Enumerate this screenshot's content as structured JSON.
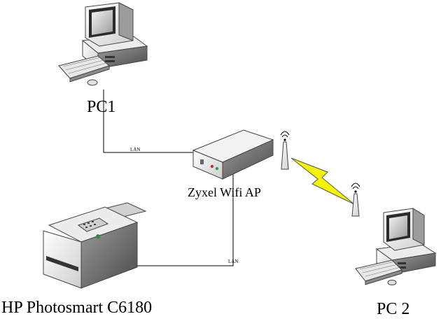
{
  "nodes": {
    "pc1": {
      "label": "PC1",
      "icon": "desktop-computer-icon"
    },
    "pc2": {
      "label": "PC 2",
      "icon": "desktop-computer-icon"
    },
    "access_point": {
      "label": "Zyxel Wifi AP",
      "icon": "wireless-router-icon"
    },
    "printer": {
      "label": "HP Photosmart C6180",
      "icon": "printer-icon"
    }
  },
  "links": {
    "pc1_to_ap": {
      "label": "LAN",
      "type": "wired"
    },
    "printer_to_ap": {
      "label": "LAN",
      "type": "wired"
    },
    "ap_to_pc2": {
      "label": "",
      "type": "wireless"
    }
  },
  "colors": {
    "background": "#ffffff",
    "wireless_bolt": "#f4f400",
    "wire": "#000000"
  }
}
